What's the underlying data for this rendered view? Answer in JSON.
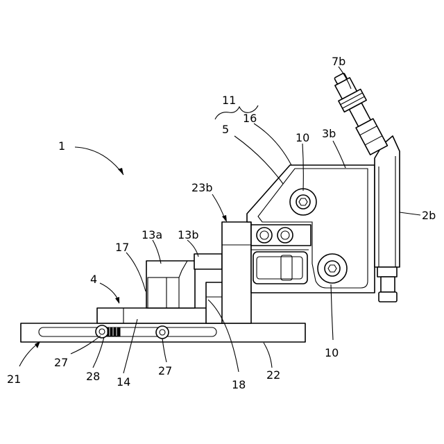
{
  "labels": {
    "l1": "1",
    "l2b": "2b",
    "l3b": "3b",
    "l4": "4",
    "l5": "5",
    "l7b": "7b",
    "l10a": "10",
    "l10b": "10",
    "l11": "11",
    "l13a": "13a",
    "l13b": "13b",
    "l14": "14",
    "l16": "16",
    "l17": "17",
    "l18": "18",
    "l21": "21",
    "l22": "22",
    "l23b": "23b",
    "l27a": "27",
    "l27b": "27",
    "l28": "28"
  }
}
